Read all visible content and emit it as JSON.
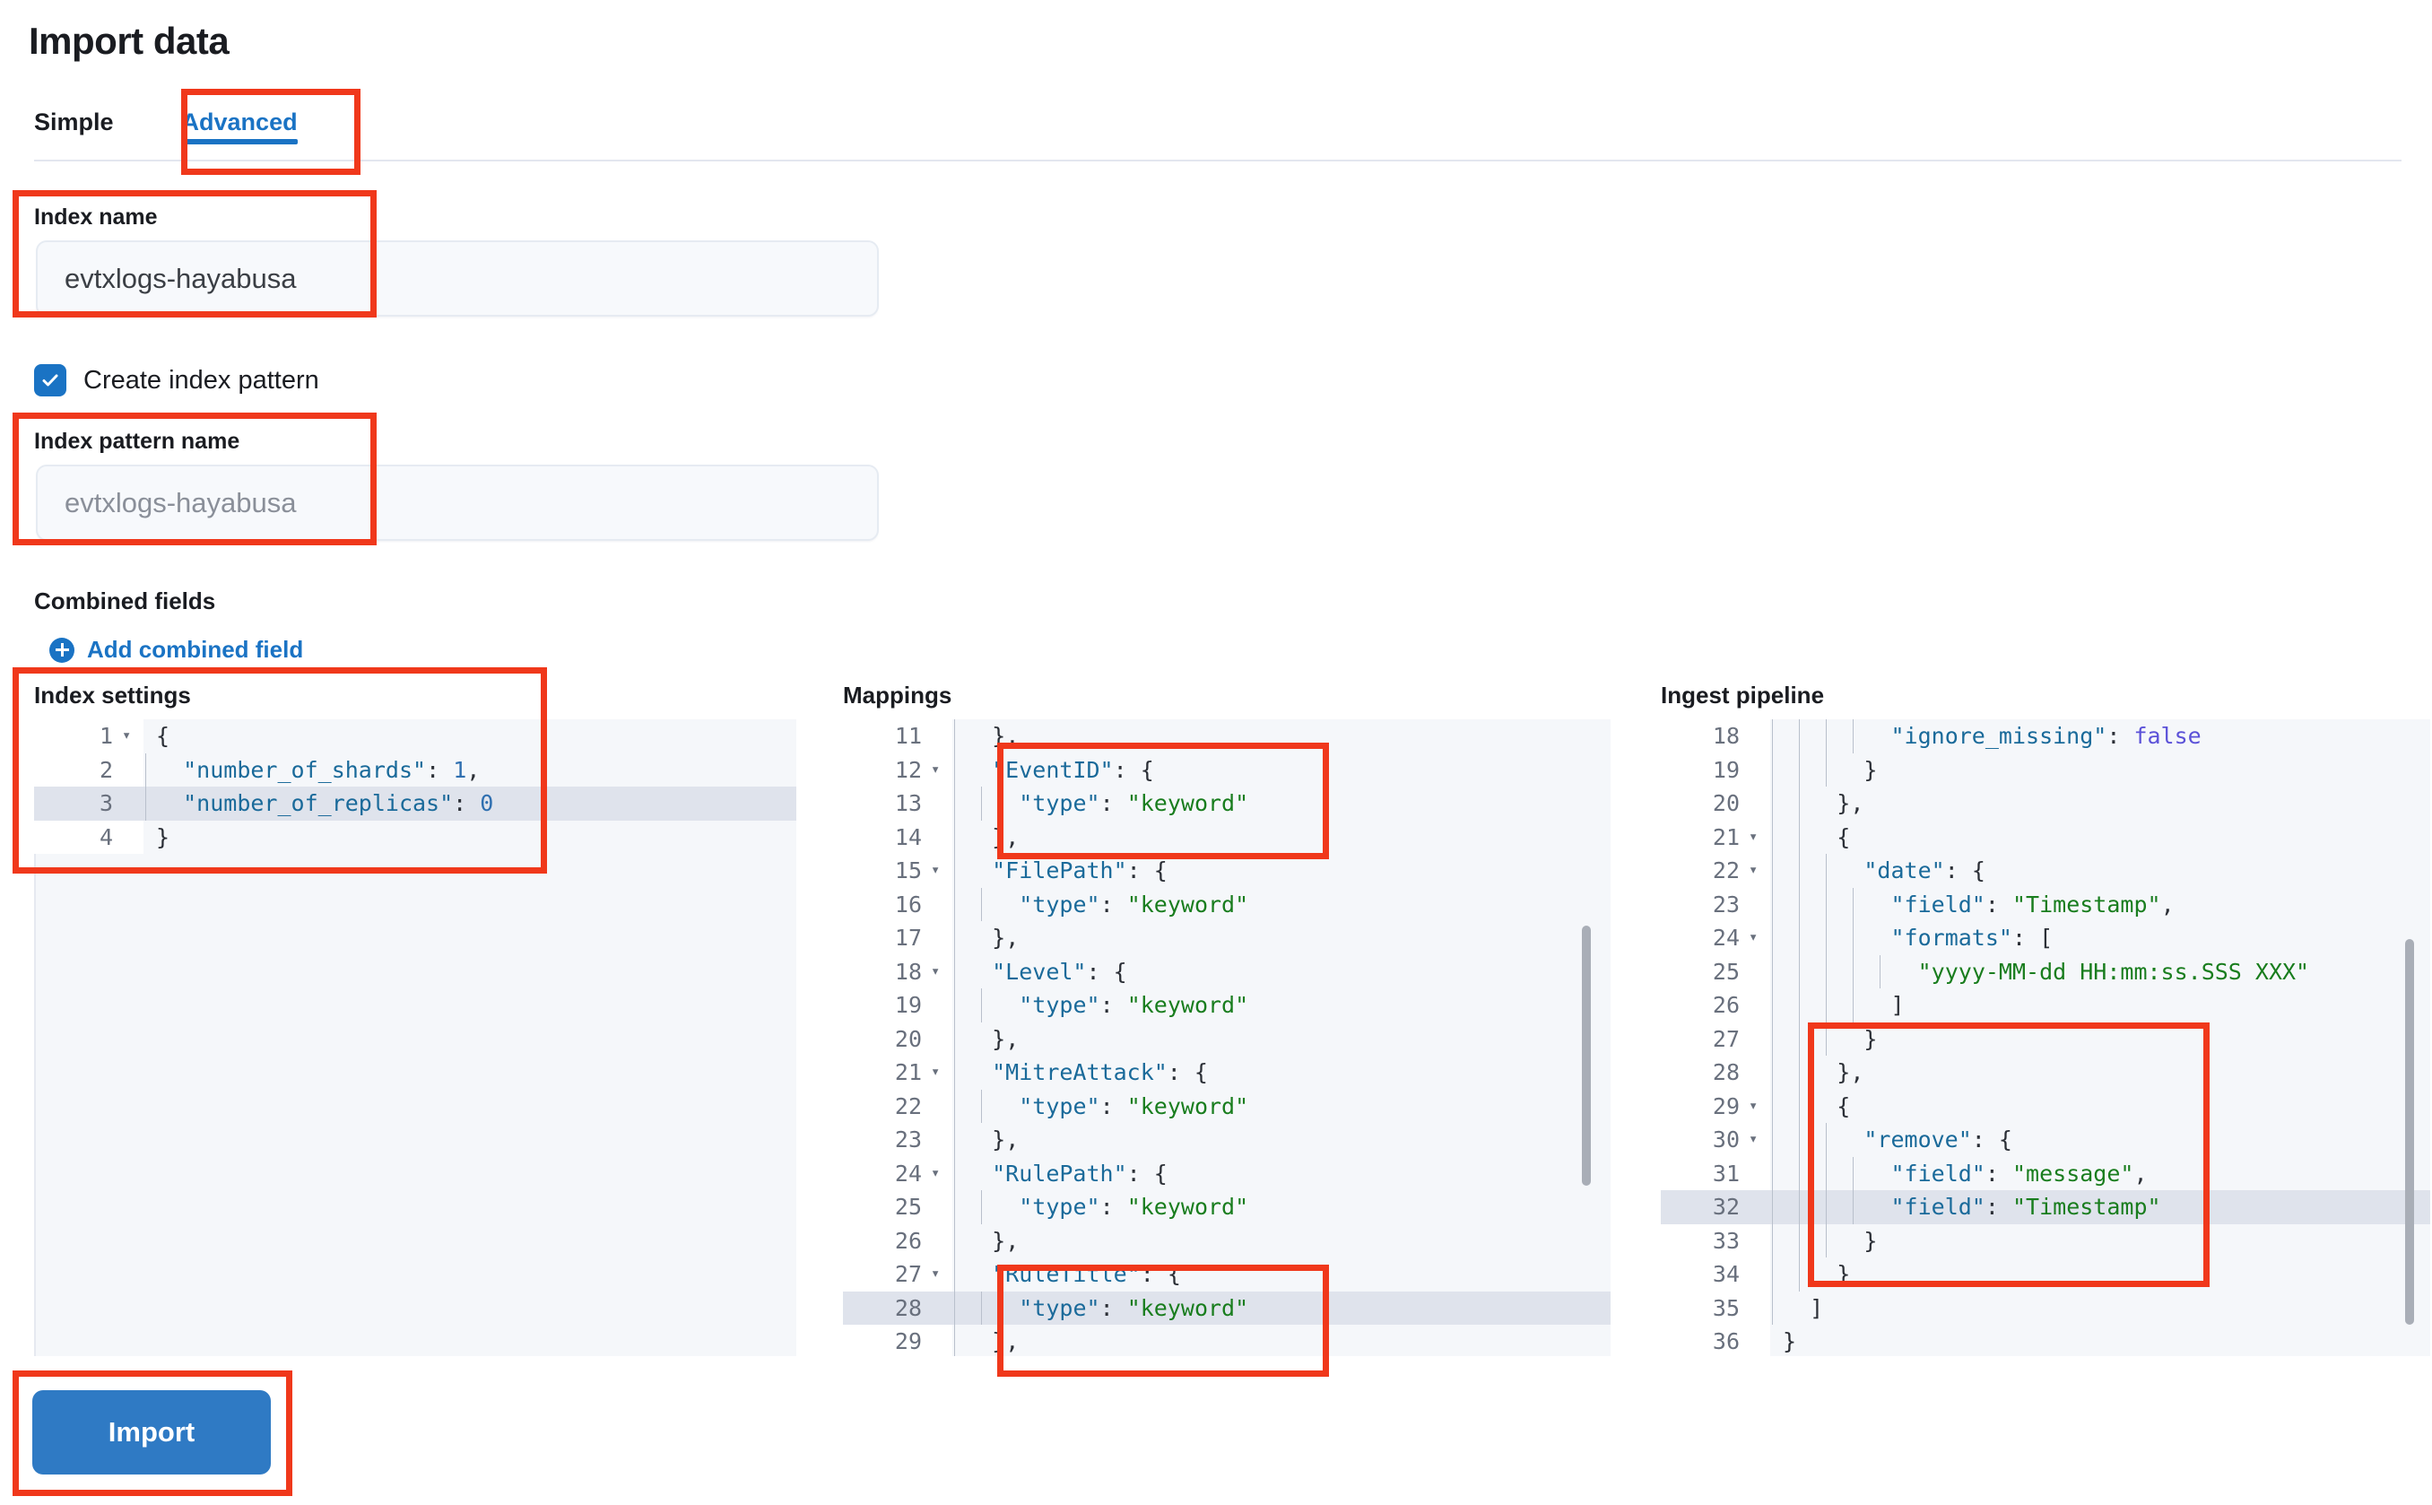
{
  "page": {
    "title": "Import data"
  },
  "tabs": [
    {
      "label": "Simple",
      "active": false
    },
    {
      "label": "Advanced",
      "active": true
    }
  ],
  "form": {
    "index_name_label": "Index name",
    "index_name_value": "evtxlogs-hayabusa",
    "create_index_pattern_label": "Create index pattern",
    "create_index_pattern_checked": true,
    "index_pattern_name_label": "Index pattern name",
    "index_pattern_name_value": "evtxlogs-hayabusa",
    "combined_fields_label": "Combined fields",
    "add_combined_field_label": "Add combined field"
  },
  "editors": {
    "index_settings": {
      "title": "Index settings",
      "lines": [
        {
          "n": "1",
          "fold": true,
          "hl": false,
          "text": "{"
        },
        {
          "n": "2",
          "fold": false,
          "hl": false,
          "text": "  \"number_of_shards\": 1,"
        },
        {
          "n": "3",
          "fold": false,
          "hl": true,
          "text": "  \"number_of_replicas\": 0"
        },
        {
          "n": "4",
          "fold": false,
          "hl": false,
          "text": "}"
        }
      ]
    },
    "mappings": {
      "title": "Mappings",
      "lines": [
        {
          "n": "11",
          "fold": false,
          "hl": false,
          "text": "  },"
        },
        {
          "n": "12",
          "fold": true,
          "hl": false,
          "text": "  \"EventID\": {"
        },
        {
          "n": "13",
          "fold": false,
          "hl": false,
          "text": "    \"type\": \"keyword\""
        },
        {
          "n": "14",
          "fold": false,
          "hl": false,
          "text": "  },"
        },
        {
          "n": "15",
          "fold": true,
          "hl": false,
          "text": "  \"FilePath\": {"
        },
        {
          "n": "16",
          "fold": false,
          "hl": false,
          "text": "    \"type\": \"keyword\""
        },
        {
          "n": "17",
          "fold": false,
          "hl": false,
          "text": "  },"
        },
        {
          "n": "18",
          "fold": true,
          "hl": false,
          "text": "  \"Level\": {"
        },
        {
          "n": "19",
          "fold": false,
          "hl": false,
          "text": "    \"type\": \"keyword\""
        },
        {
          "n": "20",
          "fold": false,
          "hl": false,
          "text": "  },"
        },
        {
          "n": "21",
          "fold": true,
          "hl": false,
          "text": "  \"MitreAttack\": {"
        },
        {
          "n": "22",
          "fold": false,
          "hl": false,
          "text": "    \"type\": \"keyword\""
        },
        {
          "n": "23",
          "fold": false,
          "hl": false,
          "text": "  },"
        },
        {
          "n": "24",
          "fold": true,
          "hl": false,
          "text": "  \"RulePath\": {"
        },
        {
          "n": "25",
          "fold": false,
          "hl": false,
          "text": "    \"type\": \"keyword\""
        },
        {
          "n": "26",
          "fold": false,
          "hl": false,
          "text": "  },"
        },
        {
          "n": "27",
          "fold": true,
          "hl": false,
          "text": "  \"RuleTitle\": {"
        },
        {
          "n": "28",
          "fold": false,
          "hl": true,
          "text": "    \"type\": \"keyword\""
        },
        {
          "n": "29",
          "fold": false,
          "hl": false,
          "text": "  },"
        }
      ]
    },
    "ingest_pipeline": {
      "title": "Ingest pipeline",
      "lines": [
        {
          "n": "18",
          "fold": false,
          "hl": false,
          "text": "        \"ignore_missing\": false"
        },
        {
          "n": "19",
          "fold": false,
          "hl": false,
          "text": "      }"
        },
        {
          "n": "20",
          "fold": false,
          "hl": false,
          "text": "    },"
        },
        {
          "n": "21",
          "fold": true,
          "hl": false,
          "text": "    {"
        },
        {
          "n": "22",
          "fold": true,
          "hl": false,
          "text": "      \"date\": {"
        },
        {
          "n": "23",
          "fold": false,
          "hl": false,
          "text": "        \"field\": \"Timestamp\","
        },
        {
          "n": "24",
          "fold": true,
          "hl": false,
          "text": "        \"formats\": ["
        },
        {
          "n": "25",
          "fold": false,
          "hl": false,
          "text": "          \"yyyy-MM-dd HH:mm:ss.SSS XXX\""
        },
        {
          "n": "26",
          "fold": false,
          "hl": false,
          "text": "        ]"
        },
        {
          "n": "27",
          "fold": false,
          "hl": false,
          "text": "      }"
        },
        {
          "n": "28",
          "fold": false,
          "hl": false,
          "text": "    },"
        },
        {
          "n": "29",
          "fold": true,
          "hl": false,
          "text": "    {"
        },
        {
          "n": "30",
          "fold": true,
          "hl": false,
          "text": "      \"remove\": {"
        },
        {
          "n": "31",
          "fold": false,
          "hl": false,
          "text": "        \"field\": \"message\","
        },
        {
          "n": "32",
          "fold": false,
          "hl": true,
          "text": "        \"field\": \"Timestamp\""
        },
        {
          "n": "33",
          "fold": false,
          "hl": false,
          "text": "      }"
        },
        {
          "n": "34",
          "fold": false,
          "hl": false,
          "text": "    }"
        },
        {
          "n": "35",
          "fold": false,
          "hl": false,
          "text": "  ]"
        },
        {
          "n": "36",
          "fold": false,
          "hl": false,
          "text": "}"
        }
      ]
    }
  },
  "actions": {
    "import_label": "Import"
  },
  "colors": {
    "accent": "#1a73c4",
    "button": "#2f7ac4",
    "annotation": "#f0381b",
    "string": "#197d1e",
    "key": "#1a6a9a",
    "bool": "#5b51d8"
  }
}
